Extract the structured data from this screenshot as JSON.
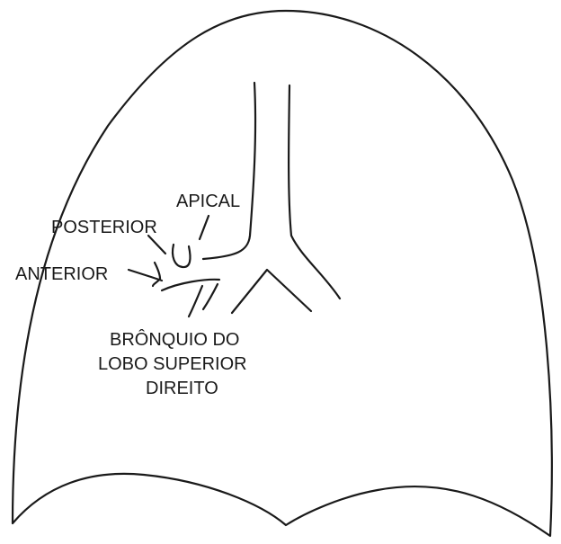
{
  "labels": {
    "apical": "APICAL",
    "posterior": "POSTERIOR",
    "anterior": "ANTERIOR",
    "bronchus_line1": "BRÔNQUIO DO",
    "bronchus_line2": "LOBO SUPERIOR",
    "bronchus_line3": "DIREITO"
  },
  "colors": {
    "stroke": "#1a1a1a",
    "background": "#ffffff"
  }
}
